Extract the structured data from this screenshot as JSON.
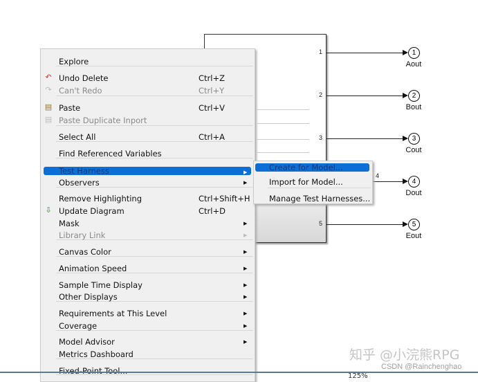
{
  "diagram": {
    "ports": [
      {
        "index": "1",
        "name": "Aout"
      },
      {
        "index": "2",
        "name": "Bout"
      },
      {
        "index": "3",
        "name": "Cout"
      },
      {
        "index": "4",
        "name": "Dout"
      },
      {
        "index": "5",
        "name": "Eout"
      }
    ]
  },
  "context_menu": {
    "items": [
      {
        "label": "Explore",
        "shortcut": "",
        "submenu": false,
        "disabled": false,
        "icon": ""
      },
      {
        "label": "Undo Delete",
        "shortcut": "Ctrl+Z",
        "submenu": false,
        "disabled": false,
        "icon": "undo-icon"
      },
      {
        "label": "Can't Redo",
        "shortcut": "Ctrl+Y",
        "submenu": false,
        "disabled": true,
        "icon": "redo-icon"
      },
      {
        "label": "Paste",
        "shortcut": "Ctrl+V",
        "submenu": false,
        "disabled": false,
        "icon": "paste-icon"
      },
      {
        "label": "Paste Duplicate Inport",
        "shortcut": "",
        "submenu": false,
        "disabled": true,
        "icon": "paste-duplicate-icon"
      },
      {
        "label": "Select All",
        "shortcut": "Ctrl+A",
        "submenu": false,
        "disabled": false,
        "icon": ""
      },
      {
        "label": "Find Referenced Variables",
        "shortcut": "",
        "submenu": false,
        "disabled": false,
        "icon": ""
      },
      {
        "label": "Test Harness",
        "shortcut": "",
        "submenu": true,
        "disabled": false,
        "icon": "",
        "highlighted": true
      },
      {
        "label": "Observers",
        "shortcut": "",
        "submenu": true,
        "disabled": false,
        "icon": ""
      },
      {
        "label": "Remove Highlighting",
        "shortcut": "Ctrl+Shift+H",
        "submenu": false,
        "disabled": false,
        "icon": ""
      },
      {
        "label": "Update Diagram",
        "shortcut": "Ctrl+D",
        "submenu": false,
        "disabled": false,
        "icon": "update-diagram-icon"
      },
      {
        "label": "Mask",
        "shortcut": "",
        "submenu": true,
        "disabled": false,
        "icon": ""
      },
      {
        "label": "Library Link",
        "shortcut": "",
        "submenu": true,
        "disabled": true,
        "icon": ""
      },
      {
        "label": "Canvas Color",
        "shortcut": "",
        "submenu": true,
        "disabled": false,
        "icon": ""
      },
      {
        "label": "Animation Speed",
        "shortcut": "",
        "submenu": true,
        "disabled": false,
        "icon": ""
      },
      {
        "label": "Sample Time Display",
        "shortcut": "",
        "submenu": true,
        "disabled": false,
        "icon": ""
      },
      {
        "label": "Other Displays",
        "shortcut": "",
        "submenu": true,
        "disabled": false,
        "icon": ""
      },
      {
        "label": "Requirements at This Level",
        "shortcut": "",
        "submenu": true,
        "disabled": false,
        "icon": ""
      },
      {
        "label": "Coverage",
        "shortcut": "",
        "submenu": true,
        "disabled": false,
        "icon": ""
      },
      {
        "label": "Model Advisor",
        "shortcut": "",
        "submenu": true,
        "disabled": false,
        "icon": ""
      },
      {
        "label": "Metrics Dashboard",
        "shortcut": "",
        "submenu": false,
        "disabled": false,
        "icon": ""
      },
      {
        "label": "Fixed-Point Tool...",
        "shortcut": "",
        "submenu": false,
        "disabled": false,
        "icon": ""
      }
    ]
  },
  "test_harness_submenu": {
    "items": [
      {
        "label": "Create for Model...",
        "highlighted": true
      },
      {
        "label": "Import for Model..."
      },
      {
        "label": "Manage Test Harnesses..."
      }
    ]
  },
  "status_bar": {
    "zoom": "125%"
  },
  "watermark": {
    "line1": "知乎 @小浣熊RPG",
    "line2": "CSDN @Rainchenghao"
  },
  "colors": {
    "highlight": "#0c6fd6",
    "menu_bg": "#f0f0f0"
  }
}
